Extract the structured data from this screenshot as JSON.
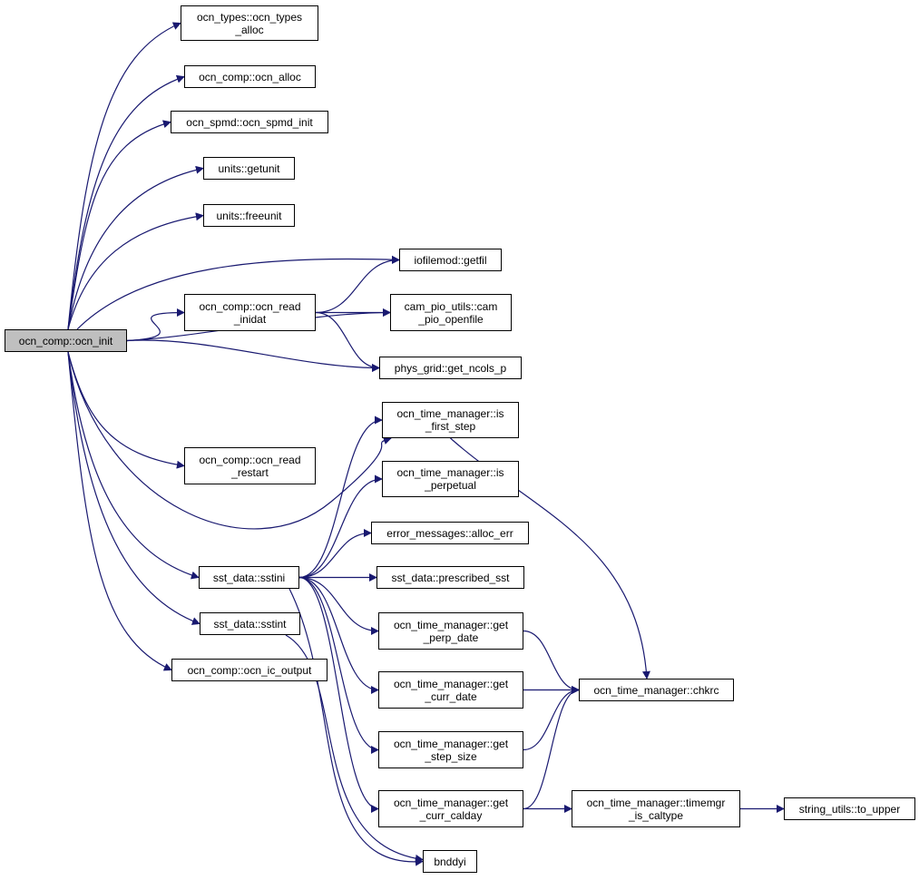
{
  "edge_color": "#191970",
  "root_fill": "#bfbfbf",
  "nodes": {
    "ocn_init": [
      "ocn_comp::ocn_init"
    ],
    "ocn_types_alloc": [
      "ocn_types::ocn_types",
      "_alloc"
    ],
    "ocn_alloc": [
      "ocn_comp::ocn_alloc"
    ],
    "ocn_spmd_init": [
      "ocn_spmd::ocn_spmd_init"
    ],
    "getunit": [
      "units::getunit"
    ],
    "freeunit": [
      "units::freeunit"
    ],
    "getfil": [
      "iofilemod::getfil"
    ],
    "ocn_read_inidat": [
      "ocn_comp::ocn_read",
      "_inidat"
    ],
    "cam_pio_openfile": [
      "cam_pio_utils::cam",
      "_pio_openfile"
    ],
    "get_ncols_p": [
      "phys_grid::get_ncols_p"
    ],
    "is_first_step": [
      "ocn_time_manager::is",
      "_first_step"
    ],
    "ocn_read_restart": [
      "ocn_comp::ocn_read",
      "_restart"
    ],
    "is_perpetual": [
      "ocn_time_manager::is",
      "_perpetual"
    ],
    "alloc_err": [
      "error_messages::alloc_err"
    ],
    "sstini": [
      "sst_data::sstini"
    ],
    "prescribed_sst": [
      "sst_data::prescribed_sst"
    ],
    "get_perp_date": [
      "ocn_time_manager::get",
      "_perp_date"
    ],
    "sstint": [
      "sst_data::sstint"
    ],
    "ocn_ic_output": [
      "ocn_comp::ocn_ic_output"
    ],
    "get_curr_date": [
      "ocn_time_manager::get",
      "_curr_date"
    ],
    "chkrc": [
      "ocn_time_manager::chkrc"
    ],
    "get_step_size": [
      "ocn_time_manager::get",
      "_step_size"
    ],
    "get_curr_calday": [
      "ocn_time_manager::get",
      "_curr_calday"
    ],
    "timemgr_is_caltype": [
      "ocn_time_manager::timemgr",
      "_is_caltype"
    ],
    "to_upper": [
      "string_utils::to_upper"
    ],
    "bnddyi": [
      "bnddyi"
    ]
  },
  "edges": [
    [
      "ocn_init",
      "ocn_types_alloc"
    ],
    [
      "ocn_init",
      "ocn_alloc"
    ],
    [
      "ocn_init",
      "ocn_spmd_init"
    ],
    [
      "ocn_init",
      "getunit"
    ],
    [
      "ocn_init",
      "freeunit"
    ],
    [
      "ocn_init",
      "getfil"
    ],
    [
      "ocn_init",
      "ocn_read_inidat"
    ],
    [
      "ocn_init",
      "cam_pio_openfile"
    ],
    [
      "ocn_init",
      "get_ncols_p"
    ],
    [
      "ocn_init",
      "is_first_step"
    ],
    [
      "ocn_init",
      "ocn_read_restart"
    ],
    [
      "ocn_init",
      "sstini"
    ],
    [
      "ocn_init",
      "sstint"
    ],
    [
      "ocn_init",
      "ocn_ic_output"
    ],
    [
      "ocn_read_inidat",
      "getfil"
    ],
    [
      "ocn_read_inidat",
      "cam_pio_openfile"
    ],
    [
      "ocn_read_inidat",
      "get_ncols_p"
    ],
    [
      "sstini",
      "is_first_step"
    ],
    [
      "sstini",
      "is_perpetual"
    ],
    [
      "sstini",
      "alloc_err"
    ],
    [
      "sstini",
      "prescribed_sst"
    ],
    [
      "sstini",
      "get_perp_date"
    ],
    [
      "sstini",
      "get_curr_date"
    ],
    [
      "sstini",
      "get_step_size"
    ],
    [
      "sstini",
      "get_curr_calday"
    ],
    [
      "sstini",
      "bnddyi"
    ],
    [
      "sstint",
      "bnddyi"
    ],
    [
      "is_first_step",
      "chkrc"
    ],
    [
      "get_perp_date",
      "chkrc"
    ],
    [
      "get_curr_date",
      "chkrc"
    ],
    [
      "get_step_size",
      "chkrc"
    ],
    [
      "get_curr_calday",
      "chkrc"
    ],
    [
      "get_curr_calday",
      "timemgr_is_caltype"
    ],
    [
      "timemgr_is_caltype",
      "to_upper"
    ]
  ]
}
